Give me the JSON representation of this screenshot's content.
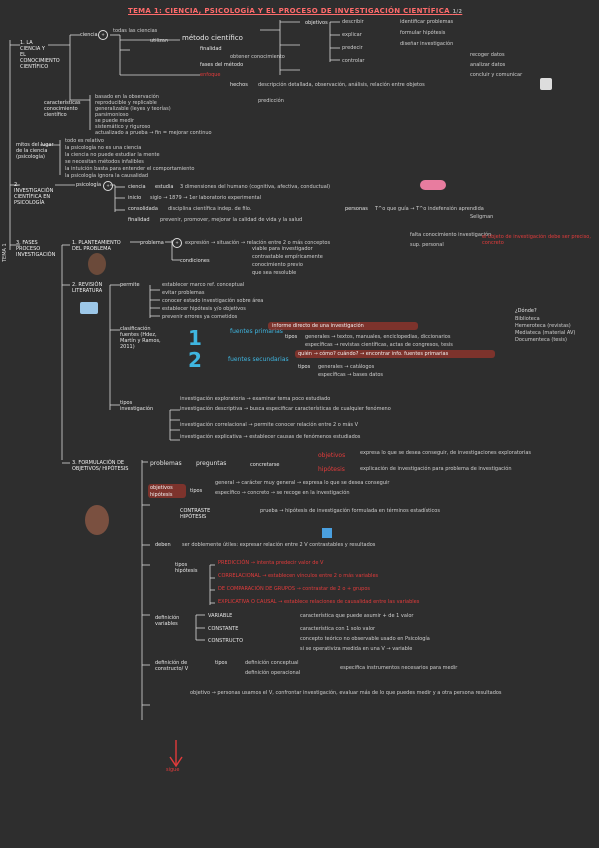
{
  "title": "TEMA 1: CIENCIA, PSICOLOGÍA Y EL PROCESO DE INVESTIGACIÓN CIENTÍFICA",
  "title_page": "1/2",
  "side_label": "TEMA 1",
  "s1": {
    "label": "1. LA CIENCIA Y EL CONOCIMIENTO CIENTÍFICO",
    "ciencia": "ciencia",
    "ciencia_def": "todas las ciencias",
    "ciencia_def2": "utilizan",
    "metodo": "método científico",
    "objetivo": "objetivos",
    "obj_items": [
      "describir",
      "explicar",
      "predecir",
      "controlar"
    ],
    "finalidad": "finalidad",
    "finalidad_desc": "obtener conocimiento",
    "enfoque": "enfoque",
    "caract_label": "características conocimiento científico",
    "caract_items": [
      "basado en la observación",
      "reproducible y replicable",
      "generalizable (leyes y teorías)",
      "parsimonioso",
      "se puede medir",
      "sistemático y riguroso",
      "actualizado a prueba → fin = mejorar continuo"
    ],
    "mitos_label": "mitos del lugar de la ciencia (psicología)",
    "mitos_items": [
      "todo es relativo",
      "la psicología no es una ciencia",
      "la ciencia no puede estudiar la mente",
      "se necesitan métodos infalibles",
      "la intuición basta para entender el comportamiento",
      "la psicología ignora la causalidad"
    ],
    "right_items": [
      "identificar problemas",
      "formular hipótesis",
      "diseñar investigación",
      "recoger datos",
      "analizar datos",
      "concluir y comunicar"
    ],
    "fases": "fases del método",
    "hechos": "hechos",
    "hechos_desc": "descripción detallada, observación, análisis, relación entre objetos",
    "prediccion": "predicción"
  },
  "s2": {
    "label": "2. INVESTIGACIÓN CIENTÍFICA EN PSICOLOGÍA",
    "psicologia": "psicología",
    "ciencia": "ciencia",
    "estudia": "estudia",
    "estudia_desc": "3 dimensiones del humano (cognitiva, afectiva, conductual)",
    "inicio": "inicio",
    "inicio_desc": "siglo → 1879 → 1er laboratorio experimental",
    "consolidada": "consolidada",
    "consolidada_desc": "disciplina científica indep. de filo.",
    "finalidad": "finalidad",
    "finalidad_desc": "prevenir, promover, mejorar la calidad de vida y la salud",
    "personas": "personas",
    "personas_desc": "T^o que guía → T^o indefensión aprendida",
    "seligman": "Seligman"
  },
  "s3": {
    "label": "3. FASES PROCESO INVESTIGACIÓN",
    "p1": "1. PLANTEAMIENTO DEL PROBLEMA",
    "problema": "problema",
    "p1_a": "expresión → situación → relación entre 2 o más conceptos",
    "p1_b": "falta conocimiento investigación",
    "p1_c": "sup. personal",
    "condiciones": "condiciones",
    "condiciones_items": [
      "viable para investigador",
      "contrastable empíricamente",
      "conocimiento previo",
      "que sea resoluble"
    ],
    "p1_note": "el objeto de investigación debe ser preciso, concreto",
    "p2": "2. REVISIÓN LITERATURA",
    "permite": "permite",
    "permite_items": [
      "establecer marco ref. conceptual",
      "evitar problemas",
      "conocer estado investigación sobre área",
      "establecer hipótesis y/o objetivos",
      "prevenir errores ya cometidos"
    ],
    "clasif": "clasificación fuentes (Hdez, Martín y Ramos, 2011)",
    "fuentes_primarias": "fuentes primarias",
    "fp_desc": "informe directo de una investigación",
    "tipos": "tipos",
    "fp_tipos": "generales → textos, manuales, enciclopedias, diccionarios",
    "fp_tipos2": "específicas → revistas científicas, actas de congresos, tesis",
    "fuentes_secundarias": "fuentes secundarias",
    "fs_quien": "quién → cómo? cuándo? → encontrar info. fuentes primarias",
    "fs_tipos": "generales → catálogos",
    "fs_tipos2": "específicas → bases datos",
    "donde": "¿Dónde?",
    "donde_items": [
      "Biblioteca",
      "Hemeroteca (revistas)",
      "Mediateca (material AV)",
      "Documenteca (tesis)"
    ],
    "tipos_inv": "tipos investigación",
    "inv_items": [
      "investigación exploratoria → examinar tema poco estudiado",
      "investigación descriptiva → busca especificar características de cualquier fenómeno",
      "investigación correlacional → permite conocer relación entre 2 o más V",
      "investigación explicativa → establecer causas de fenómenos estudiados"
    ],
    "p3": "3. FORMULACIÓN DE OBJETIVOS/ HIPÓTESIS",
    "problemas": "problemas",
    "preguntas": "preguntas",
    "concretarse": "concretarse",
    "objetivos": "objetivos",
    "hipotesis": "hipótesis",
    "obj_desc": "expresa lo que se desea conseguir, de investigaciones exploratorias",
    "hip_desc": "explicación de investigación para problema de investigación",
    "hip_general": "general → carácter muy general → expresa lo que se desea conseguir",
    "hip_especifico": "específico → concreto → se recoge en la investigación",
    "contraste": "CONTRASTE HIPÓTESIS",
    "contraste_desc": "prueba → hipótesis de investigación formulada en términos estadísticos",
    "deben": "deben",
    "deben_desc": "ser doblemente útiles: expresar relación entre 2 V contrastables y resultados",
    "tipos_hip": "tipos hipótesis",
    "tipos_hip_items": [
      "PREDICCIÓN → intenta predecir valor de V",
      "CORRELACIONAL → establecen vínculos entre 2 o más variables",
      "DE COMPARACIÓN DE GRUPOS → contrastar de 2 o + grupos",
      "EXPLICATIVA O CAUSAL → establece relaciones de causalidad entre las variables"
    ],
    "def_var": "definición variables",
    "variable": "VARIABLE",
    "var_desc": "característica que puede asumir + de 1 valor",
    "constante": "CONSTANTE",
    "const_desc": "característica con 1 solo valor",
    "constructo": "CONSTRUCTO",
    "constr_desc": "concepto teórico no observable usado en Psicología",
    "constr_desc2": "si se operativiza medida en una V → variable",
    "def_constr": "definición de constructo/ V",
    "tipos2": "tipos",
    "def_conc": "definición conceptual",
    "def_oper": "definición operacional",
    "def_oper_desc": "especifica instrumentos necesarios para medir",
    "objetivo_txt": "objetivo → personas usamos el V, confrontar investigación, evaluar más de lo que puedes medir y a otra persona resultados",
    "sigue": "sigue"
  },
  "colors": {
    "bg": "#2e2e2e",
    "accent": "#e23b3b",
    "blue": "#3fb6e0",
    "text": "#e6e6e6"
  }
}
